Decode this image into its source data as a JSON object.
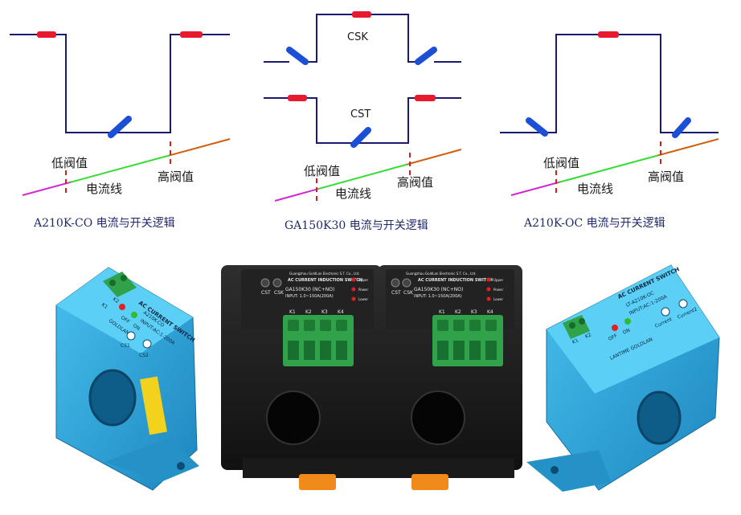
{
  "diagrams": [
    {
      "caption": "A210K-CO 电流与开关逻辑",
      "low_label": "低阀值",
      "high_label": "高阀值",
      "current_label": "电流线"
    },
    {
      "caption": "GA150K30 电流与开关逻辑",
      "top_branch": "CSK",
      "bottom_branch": "CST",
      "low_label": "低阀值",
      "high_label": "高阀值",
      "current_label": "电流线"
    },
    {
      "caption": "A210K-OC 电流与开关逻辑",
      "low_label": "低阀值",
      "high_label": "高阀值",
      "current_label": "电流线"
    }
  ],
  "colors": {
    "wire": "#1a1a6e",
    "fuse": "#e8192c",
    "switch": "#1a4fd6",
    "threshold": "#d02020",
    "current_low": "#d02ad0",
    "current_mid": "#33dd33",
    "current_high": "#d06010",
    "caption": "#1f2a6b",
    "device_blue": "#2aa3d8",
    "device_black": "#1c1c1c",
    "terminal_green": "#2fa24a"
  },
  "devices": [
    {
      "model": "A210K-CO",
      "title": "AC CURRENT SWITCH",
      "input": "INPUT:AC:1-200A",
      "brand": "GOLDLAN",
      "terminals": [
        "K1",
        "K2"
      ],
      "led_off": "OFF",
      "led_on": "ON",
      "knob1": "CS1",
      "knob2": "CS2"
    },
    {
      "model": "GA150K30 (NC+NO)",
      "title": "AC CURRENT INDUCTION SWITCH",
      "input": "INPUT: 1.0~150A(200A)",
      "maker": "Guangzhou GoldLan Electronic S.T. Co., Ltd.",
      "terminals": [
        "K1",
        "K2",
        "K3",
        "K4"
      ],
      "knob1": "CST",
      "knob2": "CSK",
      "leds": [
        "Upper",
        "Power",
        "Lower"
      ]
    },
    {
      "model": "GA150K30 (NC+NO)",
      "title": "AC CURRENT INDUCTION SWITCH",
      "input": "INPUT: 1.0~150A(200A)",
      "maker": "Guangzhou GoldLan Electronic S.T. Co., Ltd.",
      "terminals": [
        "K1",
        "K2",
        "K3",
        "K4"
      ],
      "knob1": "CST",
      "knob2": "CSK",
      "leds": [
        "Upper",
        "Power",
        "Lower"
      ]
    },
    {
      "model": "LT-A210K-OC",
      "title": "AC CURRENT SWITCH",
      "input": "INPUT:AC:1-200A",
      "brand": "LANTIME GOLDLAN",
      "terminals": [
        "K1",
        "K2"
      ],
      "led_off": "OFF",
      "led_on": "ON",
      "knob1": "Current",
      "knob2": "Current2"
    }
  ]
}
